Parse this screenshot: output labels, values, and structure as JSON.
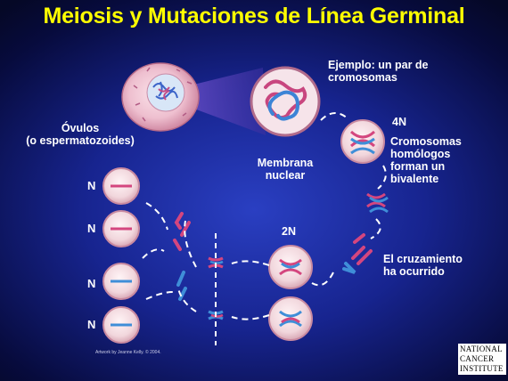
{
  "title": "Meiosis y Mutaciones de Línea Germinal",
  "labels": {
    "example": [
      "Ejemplo: un par de",
      "cromosomas"
    ],
    "ovules": [
      "Óvulos",
      "(o espermatozoides)"
    ],
    "membrane": [
      "Membrana",
      "nuclear"
    ],
    "four_n": "4N",
    "homologous": [
      "Cromosomas",
      "homólogos",
      "forman un",
      "bivalente"
    ],
    "two_n": "2N",
    "crossover": [
      "El cruzamiento",
      "ha ocurrido"
    ],
    "n_labels": [
      "N",
      "N",
      "N",
      "N"
    ]
  },
  "credit": "Artwork by Jeanne Kelly. © 2004.",
  "logo": [
    "NATIONAL",
    "CANCER",
    "INSTITUTE"
  ],
  "colors": {
    "title": "#ffff00",
    "background": "#1a2aa0",
    "chromosome_pink": "#d44a8f",
    "chromosome_blue": "#3f8ed8",
    "cell_fill": "#f2dbe0"
  }
}
